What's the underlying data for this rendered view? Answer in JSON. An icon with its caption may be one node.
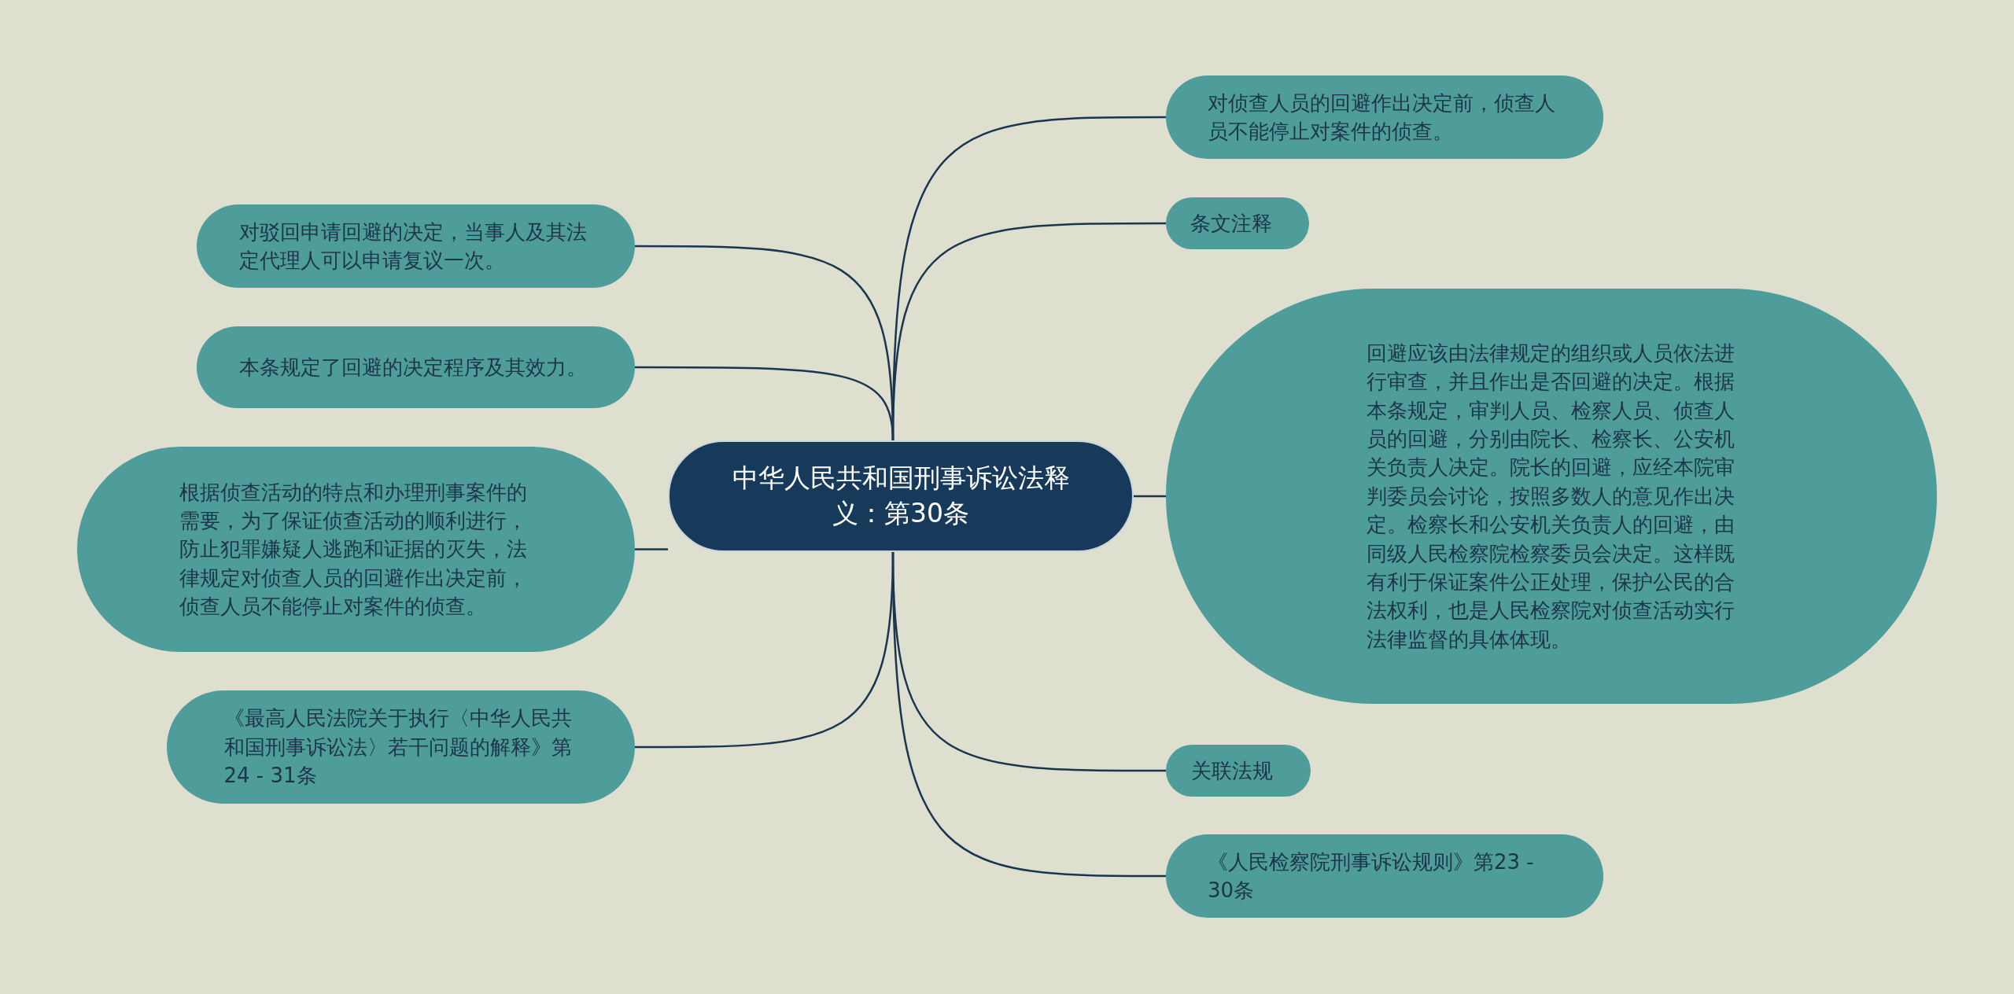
{
  "diagram": {
    "nodes": [
      {
        "text": [
          "中华人民共和国刑事诉讼法释义：第30条"
        ]
      },
      {
        "text": [
          "对侦查人员的回避作出决定前，侦查人员不能停止对案件的侦查。"
        ]
      },
      {
        "text": [
          "条文注释"
        ]
      },
      {
        "text": [
          "回避应该由法律规定的组织或人员依法进行审查，并且作出是否回避的决定。根据本条规定，审判人员、检察人员、侦查人员的回避，分别由院长、检察长、公安机关负责人决定。院长的回避，应经本院审判委员会讨论，按照多数人的意见作出决定。检察长和公安机关负责人的回避，由同级人民检察院检察委员会决定。这样既有利于保证案件公正处理，保护公民的合法权利，也是人民检察院对侦查活动实行法律监督的具体体现。"
        ]
      },
      {
        "text": [
          "关联法规"
        ]
      },
      {
        "text": [
          "《人民检察院刑事诉讼规则》第23 - 30条"
        ]
      },
      {
        "text": [
          "对驳回申请回避的决定，当事人及其法定代理人可以申请复议一次。"
        ]
      },
      {
        "text": [
          "本条规定了回避的决定程序及其效力。"
        ]
      },
      {
        "text": [
          "根据侦查活动的特点和办理刑事案件的需要，为了保证侦查活动的顺利进行，防止犯罪嫌疑人逃跑和证据的灭失，法律规定对侦查人员的回避作出决定前，侦查人员不能停止对案件的侦查。"
        ]
      },
      {
        "text": [
          "《最高人民法院关于执行〈中华人民共和国刑事诉讼法〉若干问题的解释》第24 - 31条"
        ]
      }
    ],
    "edges": [
      {
        "from": 0,
        "to": 1,
        "arrow": "none"
      },
      {
        "from": 0,
        "to": 2,
        "arrow": "none"
      },
      {
        "from": 0,
        "to": 3,
        "arrow": "none"
      },
      {
        "from": 0,
        "to": 4,
        "arrow": "none"
      },
      {
        "from": 0,
        "to": 5,
        "arrow": "none"
      },
      {
        "from": 0,
        "to": 6,
        "arrow": "none"
      },
      {
        "from": 0,
        "to": 7,
        "arrow": "none"
      },
      {
        "from": 0,
        "to": 8,
        "arrow": "none"
      },
      {
        "from": 0,
        "to": 9,
        "arrow": "none"
      }
    ]
  }
}
